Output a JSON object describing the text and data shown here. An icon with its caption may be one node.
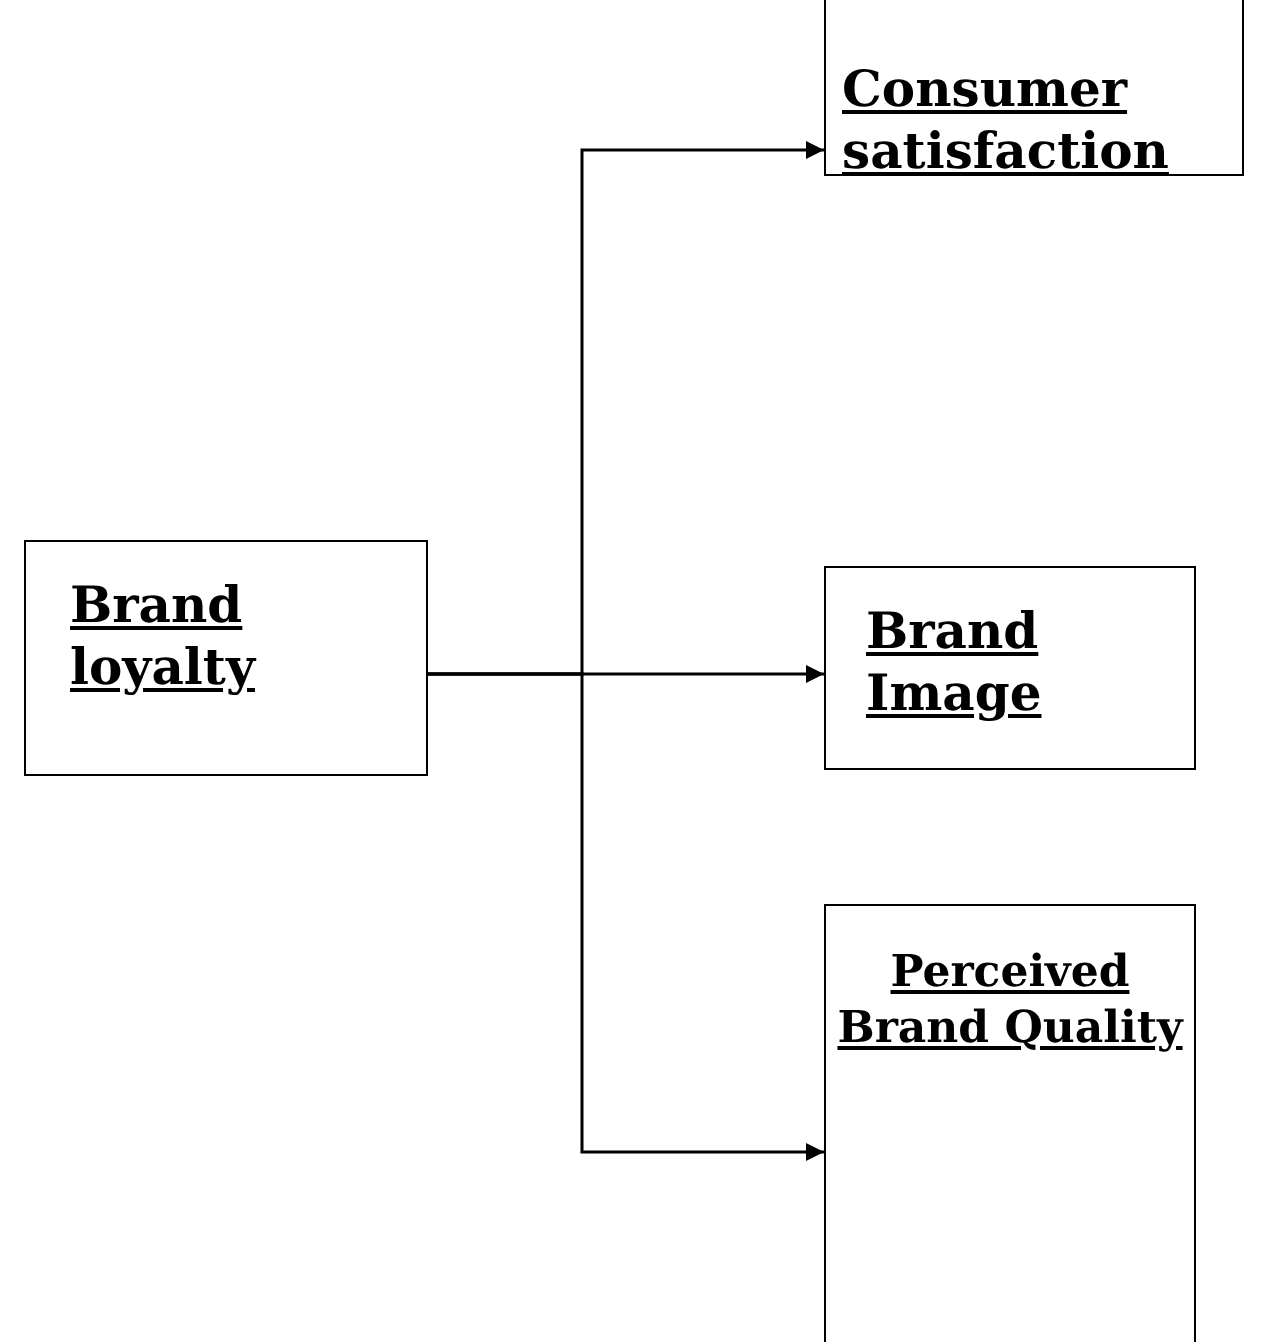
{
  "diagram": {
    "nodes": [
      {
        "text": [
          "Brand loyalty"
        ]
      },
      {
        "text": [
          "Consumer satisfaction"
        ]
      },
      {
        "text": [
          "Brand Image"
        ]
      },
      {
        "text": [
          "Perceived Brand Quality"
        ]
      }
    ],
    "edges": [
      {
        "from": 0,
        "to": 1,
        "arrow": "to"
      },
      {
        "from": 0,
        "to": 2,
        "arrow": "to"
      },
      {
        "from": 0,
        "to": 3,
        "arrow": "to"
      }
    ]
  }
}
